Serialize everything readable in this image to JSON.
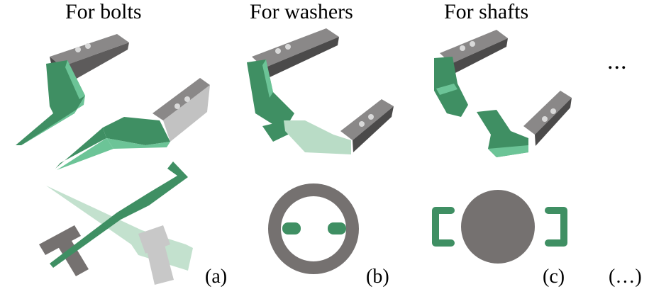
{
  "columns": [
    {
      "title": "For bolts",
      "caption": "(a)"
    },
    {
      "title": "For washers",
      "caption": "(b)"
    },
    {
      "title": "For shafts",
      "caption": "(c)"
    },
    {
      "title": "",
      "caption": "(…)"
    }
  ],
  "continuation_marker": "...",
  "colors": {
    "finger_green": "#3f8f63",
    "finger_light": "#6cc497",
    "finger_ghost": "#b9dcc6",
    "gripper_gray": "#6c6a69",
    "gripper_dark": "#4b4a4a",
    "object_gray": "#757170",
    "ghost_gray": "#c8c8c8"
  }
}
